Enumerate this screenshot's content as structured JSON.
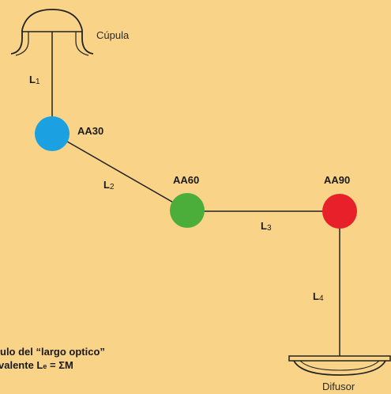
{
  "diagram": {
    "cupula_label": "Cúpula",
    "difusor_label": "Difusor",
    "nodes": [
      {
        "label": "AA30",
        "color": "#1ba0e2"
      },
      {
        "label": "AA60",
        "color": "#4cae3a"
      },
      {
        "label": "AA90",
        "color": "#e8202a"
      }
    ],
    "segments": [
      {
        "letter": "L",
        "sub": "1"
      },
      {
        "letter": "L",
        "sub": "2"
      },
      {
        "letter": "L",
        "sub": "3"
      },
      {
        "letter": "L",
        "sub": "4"
      }
    ],
    "formula": {
      "line1": "ulo del “largo optico”",
      "line2_prefix": "valente L",
      "line2_sub": "e",
      "line2_suffix": " = ΣM"
    }
  }
}
